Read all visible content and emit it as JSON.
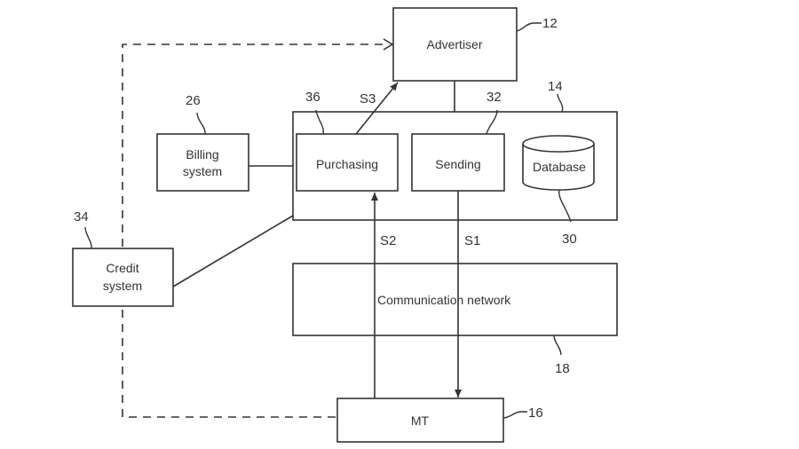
{
  "diagram": {
    "nodes": {
      "advertiser": {
        "label": "Advertiser",
        "ref": "12"
      },
      "server": {
        "ref": "14"
      },
      "billing": {
        "label_line1": "Billing",
        "label_line2": "system",
        "ref": "26"
      },
      "purchasing": {
        "label": "Purchasing",
        "ref": "36"
      },
      "sending": {
        "label": "Sending",
        "ref": "32"
      },
      "database": {
        "label": "Database",
        "ref": "30"
      },
      "credit": {
        "label_line1": "Credit",
        "label_line2": "system",
        "ref": "34"
      },
      "network": {
        "label": "Communication network",
        "ref": "18"
      },
      "mt": {
        "label": "MT",
        "ref": "16"
      }
    },
    "signals": {
      "s1": "S1",
      "s2": "S2",
      "s3": "S3"
    },
    "edges": [
      {
        "from": "mt",
        "to": "advertiser",
        "style": "dashed",
        "via": "credit"
      },
      {
        "from": "purchasing",
        "to": "advertiser",
        "signal": "S3",
        "style": "solid-arrow"
      },
      {
        "from": "server",
        "to": "advertiser",
        "style": "solid"
      },
      {
        "from": "billing",
        "to": "server",
        "style": "solid"
      },
      {
        "from": "credit",
        "to": "server",
        "style": "solid"
      },
      {
        "from": "mt",
        "to": "purchasing",
        "signal": "S2",
        "style": "solid-arrow"
      },
      {
        "from": "sending",
        "to": "mt",
        "signal": "S1",
        "style": "solid-arrow"
      }
    ]
  }
}
